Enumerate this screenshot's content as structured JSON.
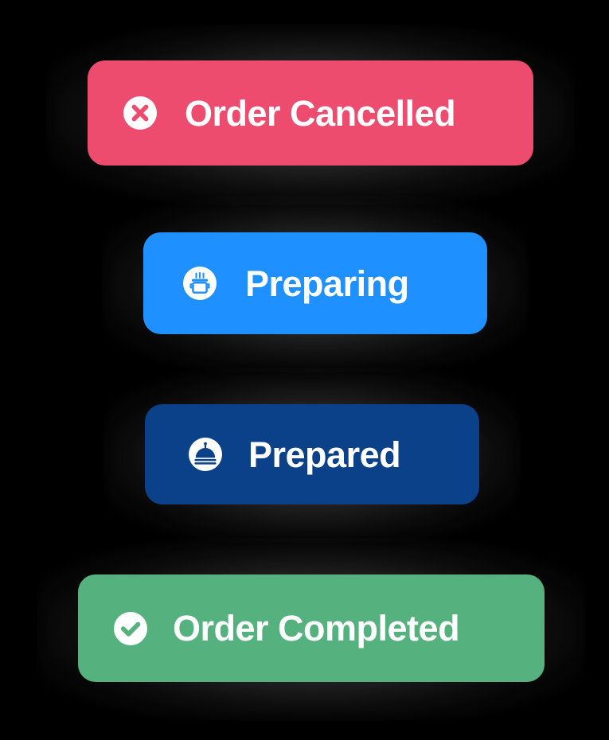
{
  "background_color": "#000000",
  "badges": [
    {
      "id": "order-cancelled",
      "label": "Order Cancelled",
      "icon": "x-circle-icon",
      "color": "#EE4C6E",
      "text_color": "#FFFFFF"
    },
    {
      "id": "preparing",
      "label": "Preparing",
      "icon": "cooking-pot-icon",
      "color": "#1E90FF",
      "text_color": "#FFFFFF"
    },
    {
      "id": "prepared",
      "label": "Prepared",
      "icon": "cloche-icon",
      "color": "#0A4189",
      "text_color": "#FFFFFF"
    },
    {
      "id": "order-completed",
      "label": "Order Completed",
      "icon": "check-circle-icon",
      "color": "#55B27F",
      "text_color": "#FFFFFF"
    }
  ]
}
